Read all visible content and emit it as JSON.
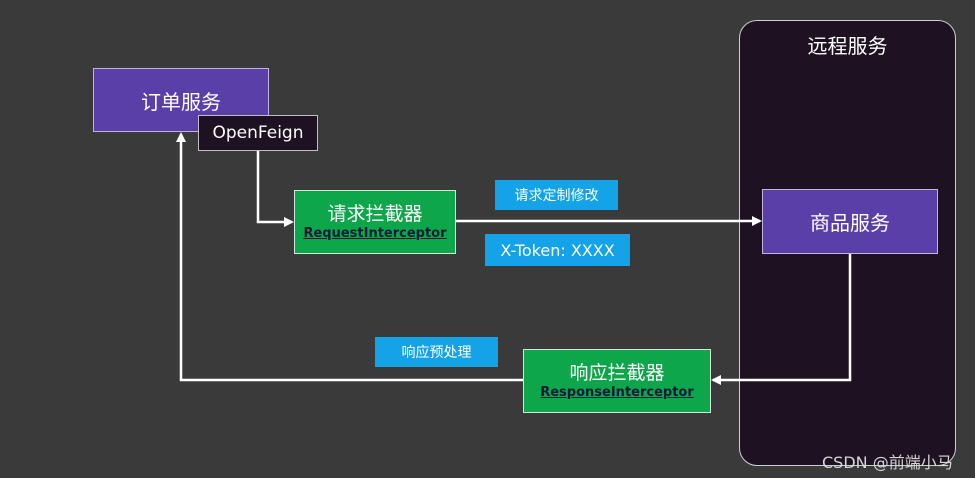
{
  "remote": {
    "title": "远程服务"
  },
  "order_service": {
    "label": "订单服务"
  },
  "openfeign": {
    "label": "OpenFeign"
  },
  "request_interceptor": {
    "title": "请求拦截器",
    "subtitle": "RequestInterceptor"
  },
  "response_interceptor": {
    "title": "响应拦截器",
    "subtitle": "ResponseInterceptor"
  },
  "product_service": {
    "label": "商品服务"
  },
  "tags": {
    "request_modify": "请求定制修改",
    "token": "X-Token: XXXX",
    "response_preprocess": "响应预处理"
  },
  "watermark": "CSDN @前端小马",
  "colors": {
    "background": "#3a3a3a",
    "service_box": "#5b3fa8",
    "interceptor_box": "#0ea64a",
    "tag": "#14a3e6",
    "remote_panel": "#1e1222",
    "arrow": "#ffffff"
  }
}
